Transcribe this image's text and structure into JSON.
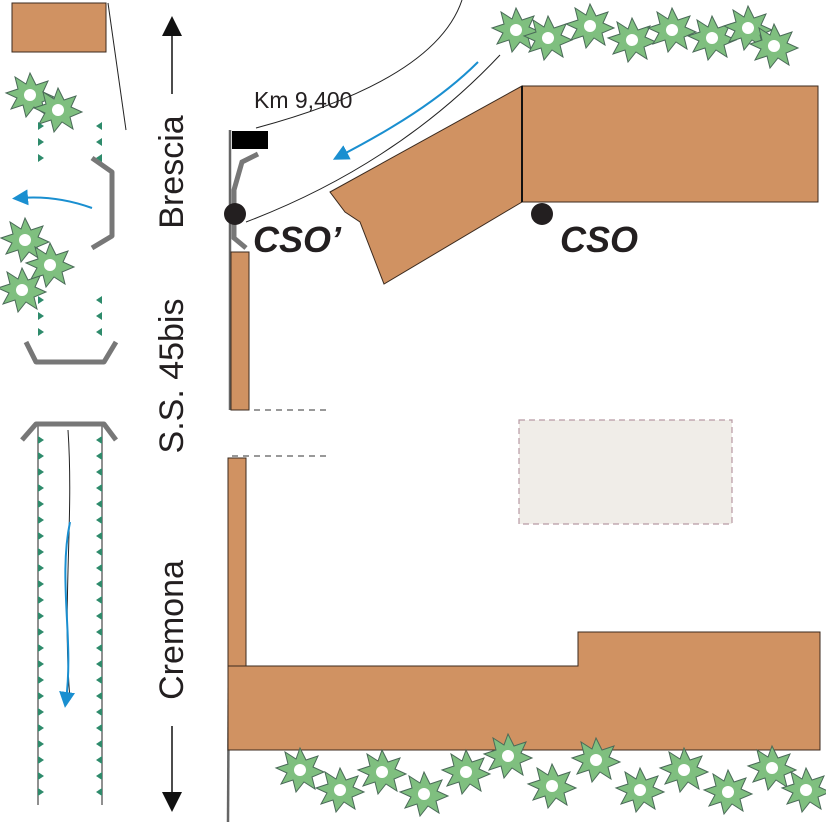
{
  "road": {
    "direction_north": "Brescia",
    "name": "S.S. 45bis",
    "direction_south": "Cremona"
  },
  "kilometre_marker": "Km 9,400",
  "monitoring_points": {
    "cso_prime": "CSO’",
    "cso": "CSO"
  },
  "colors": {
    "building": "#d09262",
    "building_outline": "#3b2a1e",
    "vegetation": "#7fbf7f",
    "vegetation_outline": "#4a6a58",
    "flow_arrow": "#1a8fd0",
    "guardrail": "#777777",
    "reserved_area": "#f0ede8"
  }
}
